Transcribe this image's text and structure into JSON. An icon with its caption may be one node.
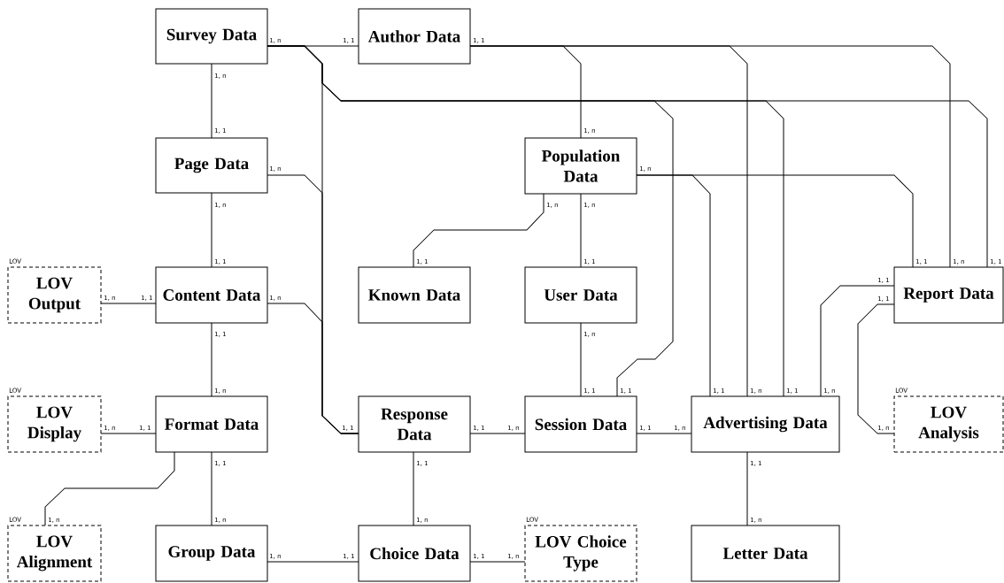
{
  "diagram": {
    "nodes": [
      {
        "text": [
          "Survey Data"
        ]
      },
      {
        "text": [
          "Author Data"
        ]
      },
      {
        "text": [
          "Page Data"
        ]
      },
      {
        "text": [
          "Population Data"
        ]
      },
      {
        "text": [
          "LOV Output"
        ],
        "beside": [
          "LOV"
        ]
      },
      {
        "text": [
          "Content Data"
        ]
      },
      {
        "text": [
          "Known Data"
        ]
      },
      {
        "text": [
          "User Data"
        ]
      },
      {
        "text": [
          "Report Data"
        ]
      },
      {
        "text": [
          "LOV Display"
        ],
        "beside": [
          "LOV"
        ]
      },
      {
        "text": [
          "Format Data"
        ]
      },
      {
        "text": [
          "Response Data"
        ]
      },
      {
        "text": [
          "Session Data"
        ]
      },
      {
        "text": [
          "Advertising Data"
        ]
      },
      {
        "text": [
          "LOV Analysis"
        ],
        "beside": [
          "LOV"
        ]
      },
      {
        "text": [
          "LOV Alignment"
        ],
        "beside": [
          "LOV"
        ]
      },
      {
        "text": [
          "Group Data"
        ]
      },
      {
        "text": [
          "Choice Data"
        ]
      },
      {
        "text": [
          "LOV Choice Type"
        ],
        "beside": [
          "LOV"
        ]
      },
      {
        "text": [
          "Letter Data"
        ]
      }
    ],
    "edges": [
      {
        "from": 0,
        "to": 1,
        "arrow": "none"
      },
      {
        "from": 0,
        "to": 2,
        "arrow": "none"
      },
      {
        "from": 2,
        "to": 5,
        "arrow": "none"
      },
      {
        "from": 1,
        "to": 3,
        "arrow": "none"
      },
      {
        "from": 1,
        "to": 13,
        "arrow": "none"
      },
      {
        "from": 1,
        "to": 8,
        "arrow": "none"
      },
      {
        "from": 0,
        "to": 11,
        "arrow": "none"
      },
      {
        "from": 2,
        "to": 11,
        "arrow": "none"
      },
      {
        "from": 5,
        "to": 11,
        "arrow": "none"
      },
      {
        "from": 0,
        "to": 12,
        "arrow": "none"
      },
      {
        "from": 0,
        "to": 13,
        "arrow": "none"
      },
      {
        "from": 0,
        "to": 8,
        "arrow": "none"
      },
      {
        "from": 3,
        "to": 13,
        "arrow": "none"
      },
      {
        "from": 3,
        "to": 8,
        "arrow": "none"
      },
      {
        "from": 3,
        "to": 6,
        "arrow": "none"
      },
      {
        "from": 3,
        "to": 7,
        "arrow": "none"
      },
      {
        "from": 7,
        "to": 12,
        "arrow": "none"
      },
      {
        "from": 8,
        "to": 13,
        "arrow": "none"
      },
      {
        "from": 8,
        "to": 14,
        "arrow": "none"
      },
      {
        "from": 4,
        "to": 5,
        "arrow": "none"
      },
      {
        "from": 5,
        "to": 10,
        "arrow": "none"
      },
      {
        "from": 9,
        "to": 10,
        "arrow": "none"
      },
      {
        "from": 10,
        "to": 15,
        "arrow": "none"
      },
      {
        "from": 10,
        "to": 16,
        "arrow": "none"
      },
      {
        "from": 11,
        "to": 12,
        "arrow": "none"
      },
      {
        "from": 11,
        "to": 17,
        "arrow": "none"
      },
      {
        "from": 16,
        "to": 17,
        "arrow": "none"
      },
      {
        "from": 17,
        "to": 18,
        "arrow": "none"
      },
      {
        "from": 12,
        "to": 13,
        "arrow": "none"
      },
      {
        "from": 13,
        "to": 19,
        "arrow": "none"
      }
    ],
    "labels": [
      "1, n",
      "1, 1",
      "1, 1",
      "1, n",
      "1, 1",
      "1, n",
      "1, n",
      "1, n",
      "1, n",
      "1, n",
      "1, n",
      "1, 1",
      "1, 1",
      "1, 1",
      "1, 1",
      "1, n",
      "1, 1",
      "1, 1",
      "1, n",
      "1, 1",
      "1, n",
      "1, 1",
      "1, 1",
      "1, n",
      "1, n",
      "1, 1",
      "1, 1",
      "1, 1",
      "1, n",
      "1, 1",
      "1, n",
      "1, n",
      "1, 1",
      "1, 1",
      "1, 1",
      "1, n",
      "1, 1",
      "1, n",
      "1, n",
      "1, 1",
      "1, 1",
      "1, 1",
      "1, n",
      "1, n",
      "1, n",
      "1, n",
      "1, n",
      "1, 1",
      "1, 1",
      "1, n"
    ]
  }
}
